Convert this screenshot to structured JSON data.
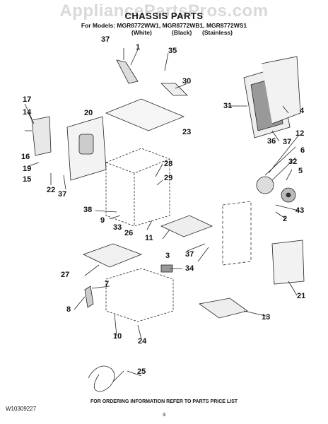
{
  "header": {
    "watermark": "AppliancePartsPros.com",
    "title": "CHASSIS PARTS",
    "models_line": "For Models: MGR8772WW1, MGR8772WB1, MGR8772WS1",
    "variants": [
      "(White)",
      "(Black)",
      "(Stainless)"
    ]
  },
  "footer": {
    "doc_number": "W10309227",
    "note": "FOR ORDERING INFORMATION REFER TO PARTS PRICE LIST",
    "page": "3"
  },
  "callouts": [
    "1",
    "2",
    "3",
    "4",
    "5",
    "6",
    "7",
    "8",
    "9",
    "10",
    "11",
    "12",
    "13",
    "14",
    "15",
    "16",
    "17",
    "19",
    "20",
    "21",
    "22",
    "23",
    "24",
    "25",
    "26",
    "27",
    "28",
    "29",
    "30",
    "31",
    "32",
    "33",
    "34",
    "35",
    "36",
    "37",
    "38",
    "43"
  ]
}
